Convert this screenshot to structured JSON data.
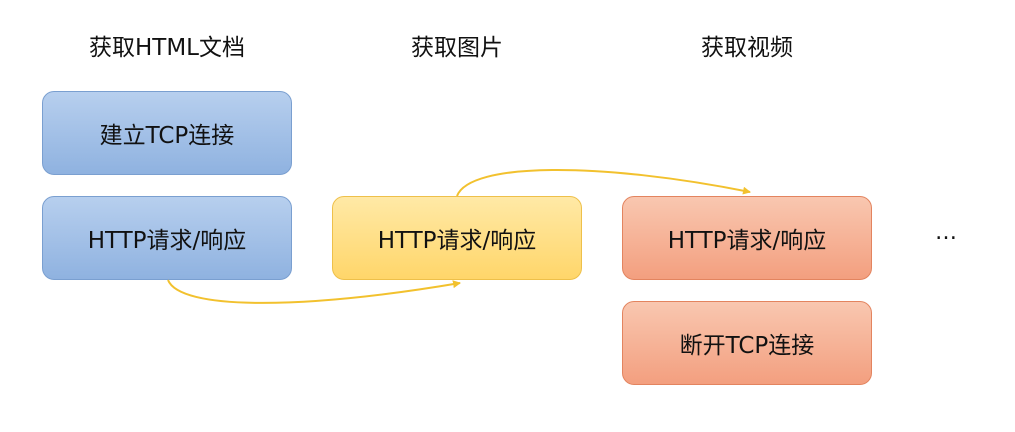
{
  "headers": {
    "html": "获取HTML文档",
    "image": "获取图片",
    "video": "获取视频"
  },
  "boxes": {
    "tcp_connect": "建立TCP连接",
    "http_html": "HTTP请求/响应",
    "http_image": "HTTP请求/响应",
    "http_video": "HTTP请求/响应",
    "tcp_close": "断开TCP连接"
  },
  "ellipsis": "…",
  "colors": {
    "blue_fill": "#9dbde6",
    "yellow_fill": "#ffdd80",
    "orange_fill": "#f5ac8c",
    "arrow": "#f2c12e"
  }
}
